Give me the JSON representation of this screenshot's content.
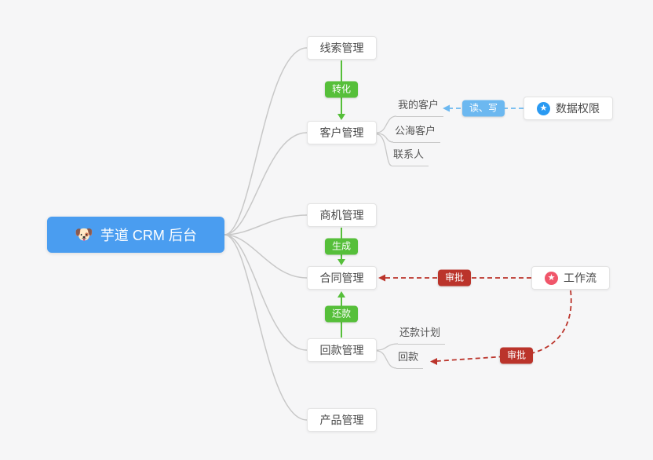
{
  "root": {
    "emoji": "🐶",
    "label": "芋道 CRM 后台"
  },
  "nodes": {
    "leads": "线索管理",
    "customer": "客户管理",
    "opportunity": "商机管理",
    "contract": "合同管理",
    "receivable": "回款管理",
    "product": "产品管理",
    "data_permission": "数据权限",
    "workflow": "工作流"
  },
  "children": {
    "my_customer": "我的客户",
    "public_customer": "公海客户",
    "contact": "联系人",
    "repayment_plan": "还款计划",
    "repayment": "回款"
  },
  "badges": {
    "convert": "转化",
    "generate": "生成",
    "repay": "还款",
    "read_write": "读、写",
    "approve_contract": "审批",
    "approve_receivable": "审批"
  },
  "icons": {
    "star_glyph": "★"
  },
  "edges": [
    {
      "from": "芋道 CRM 后台",
      "to": "线索管理",
      "style": "curve-gray"
    },
    {
      "from": "芋道 CRM 后台",
      "to": "客户管理",
      "style": "curve-gray"
    },
    {
      "from": "芋道 CRM 后台",
      "to": "商机管理",
      "style": "curve-gray"
    },
    {
      "from": "芋道 CRM 后台",
      "to": "合同管理",
      "style": "curve-gray"
    },
    {
      "from": "芋道 CRM 后台",
      "to": "回款管理",
      "style": "curve-gray"
    },
    {
      "from": "芋道 CRM 后台",
      "to": "产品管理",
      "style": "curve-gray"
    },
    {
      "from": "线索管理",
      "to": "客户管理",
      "label": "转化",
      "style": "solid-green-arrow"
    },
    {
      "from": "商机管理",
      "to": "合同管理",
      "label": "生成",
      "style": "solid-green-arrow"
    },
    {
      "from": "回款管理",
      "to": "合同管理",
      "label": "还款",
      "style": "solid-green-arrow"
    },
    {
      "from": "数据权限",
      "to": "我的客户",
      "label": "读、写",
      "style": "dashed-blue-arrow"
    },
    {
      "from": "工作流",
      "to": "合同管理",
      "label": "审批",
      "style": "dashed-red-arrow"
    },
    {
      "from": "工作流",
      "to": "回款",
      "label": "审批",
      "style": "dashed-red-arrow"
    }
  ],
  "colors": {
    "root_bg": "#4a9df0",
    "green": "#56bf3a",
    "red": "#bb342b",
    "blue_badge": "#6cb8f0",
    "data_permission_icon": "#2a9af2",
    "workflow_icon": "#f0566a",
    "link_gray": "#c8c8c8",
    "background": "#f6f6f7"
  }
}
